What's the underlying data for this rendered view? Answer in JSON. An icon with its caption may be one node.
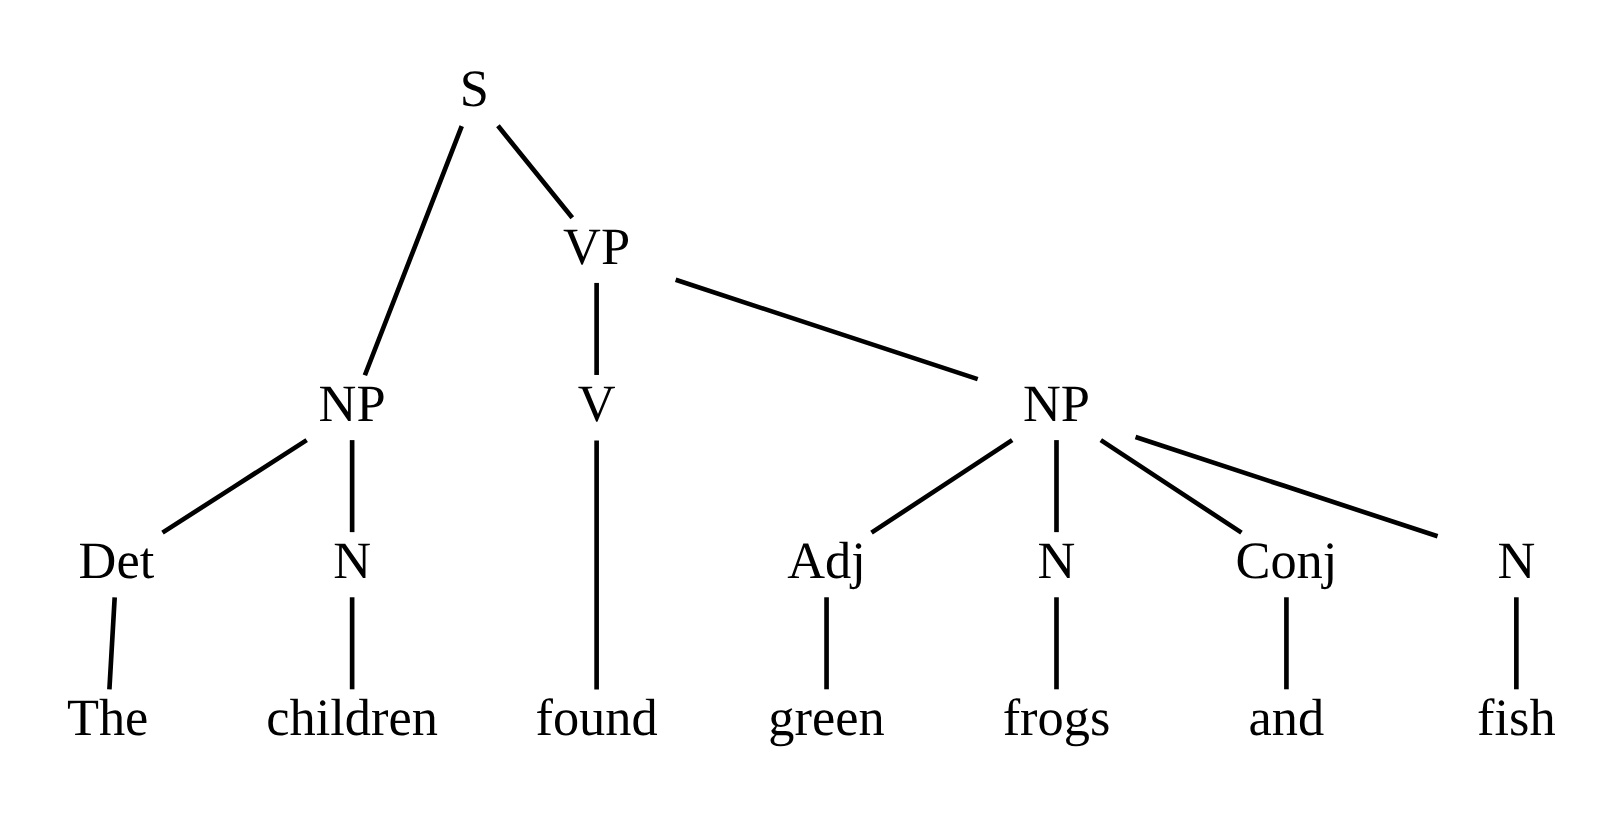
{
  "diagram": {
    "nodes": [
      {
        "text": [
          "S"
        ]
      },
      {
        "text": [
          "NP"
        ]
      },
      {
        "text": [
          "VP"
        ]
      },
      {
        "text": [
          "Det"
        ]
      },
      {
        "text": [
          "N"
        ]
      },
      {
        "text": [
          "V"
        ]
      },
      {
        "text": [
          "NP"
        ]
      },
      {
        "text": [
          "Adj"
        ]
      },
      {
        "text": [
          "N"
        ]
      },
      {
        "text": [
          "Conj"
        ]
      },
      {
        "text": [
          "N"
        ]
      },
      {
        "text": [
          "The"
        ]
      },
      {
        "text": [
          "children"
        ]
      },
      {
        "text": [
          "found"
        ]
      },
      {
        "text": [
          "green"
        ]
      },
      {
        "text": [
          "frogs"
        ]
      },
      {
        "text": [
          "and"
        ]
      },
      {
        "text": [
          "fish"
        ]
      }
    ],
    "edges": [
      {
        "from": 0,
        "to": 1,
        "arrow": "none"
      },
      {
        "from": 0,
        "to": 2,
        "arrow": "none"
      },
      {
        "from": 1,
        "to": 3,
        "arrow": "none"
      },
      {
        "from": 1,
        "to": 4,
        "arrow": "none"
      },
      {
        "from": 2,
        "to": 5,
        "arrow": "none"
      },
      {
        "from": 2,
        "to": 6,
        "arrow": "none"
      },
      {
        "from": 3,
        "to": 11,
        "arrow": "none"
      },
      {
        "from": 4,
        "to": 12,
        "arrow": "none"
      },
      {
        "from": 5,
        "to": 13,
        "arrow": "none"
      },
      {
        "from": 6,
        "to": 7,
        "arrow": "none"
      },
      {
        "from": 6,
        "to": 8,
        "arrow": "none"
      },
      {
        "from": 6,
        "to": 9,
        "arrow": "none"
      },
      {
        "from": 6,
        "to": 10,
        "arrow": "none"
      },
      {
        "from": 7,
        "to": 14,
        "arrow": "none"
      },
      {
        "from": 8,
        "to": 15,
        "arrow": "none"
      },
      {
        "from": 9,
        "to": 16,
        "arrow": "none"
      },
      {
        "from": 10,
        "to": 17,
        "arrow": "none"
      }
    ]
  }
}
